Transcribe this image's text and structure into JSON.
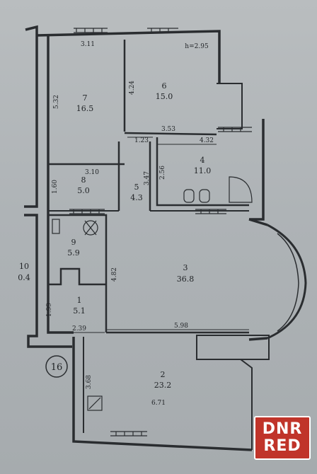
{
  "plan": {
    "rooms": [
      {
        "id": "room-1",
        "number": "1",
        "area": "5.1"
      },
      {
        "id": "room-2",
        "number": "2",
        "area": "23.2"
      },
      {
        "id": "room-3",
        "number": "3",
        "area": "36.8"
      },
      {
        "id": "room-4",
        "number": "4",
        "area": "11.0"
      },
      {
        "id": "room-5",
        "number": "5",
        "area": "4.3"
      },
      {
        "id": "room-6",
        "number": "6",
        "area": "15.0"
      },
      {
        "id": "room-7",
        "number": "7",
        "area": "16.5"
      },
      {
        "id": "room-8",
        "number": "8",
        "area": "5.0"
      },
      {
        "id": "room-9",
        "number": "9",
        "area": "5.9"
      },
      {
        "id": "room-10",
        "number": "10",
        "area": "0.4"
      }
    ],
    "dimensions": {
      "d_3_11": "3.11",
      "h_2_95": "h=2.95",
      "d_5_32": "5.32",
      "d_4_24": "4.24",
      "d_3_53": "3.53",
      "d_1_23": "1.23",
      "d_4_32": "4.32",
      "d_3_10": "3.10",
      "d_3_47": "3.47",
      "d_2_56": "2.56",
      "d_1_60": "1.60",
      "d_4_82": "4.82",
      "d_1_99": "1.99",
      "d_2_39": "2.39",
      "d_5_98": "5.98",
      "d_3_68": "3.68",
      "d_6_71": "6.71"
    },
    "section_marker": "16"
  },
  "watermark": {
    "line1": "DNR",
    "line2": "RED"
  },
  "colors": {
    "wall": "#2a2d30",
    "paper": "#b3b7ba",
    "watermark": "#c0342a"
  }
}
